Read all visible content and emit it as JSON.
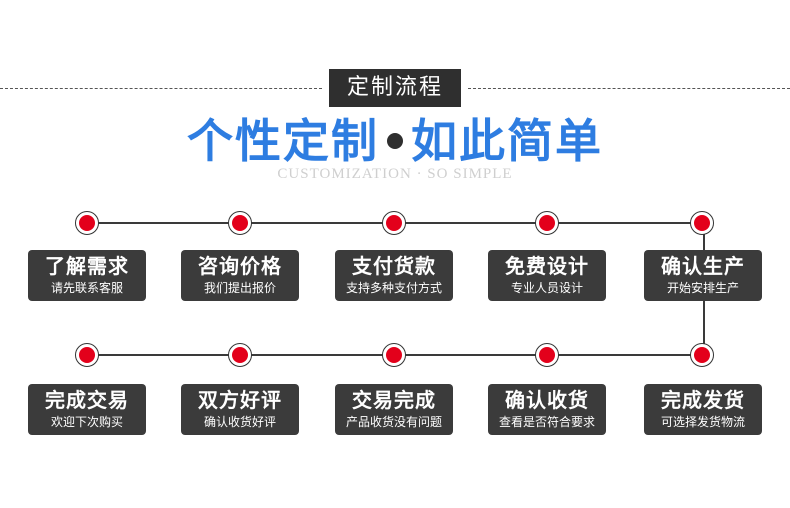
{
  "header": {
    "tag": "定制流程",
    "headline_left": "个性定制",
    "headline_right": "如此简单",
    "subtitle": "CUSTOMIZATION · SO SIMPLE"
  },
  "steps_row1": [
    {
      "title": "了解需求",
      "desc": "请先联系客服"
    },
    {
      "title": "咨询价格",
      "desc": "我们提出报价"
    },
    {
      "title": "支付货款",
      "desc": "支持多种支付方式"
    },
    {
      "title": "免费设计",
      "desc": "专业人员设计"
    },
    {
      "title": "确认生产",
      "desc": "开始安排生产"
    }
  ],
  "steps_row2": [
    {
      "title": "完成交易",
      "desc": "欢迎下次购买"
    },
    {
      "title": "双方好评",
      "desc": "确认收货好评"
    },
    {
      "title": "交易完成",
      "desc": "产品收货没有问题"
    },
    {
      "title": "确认收货",
      "desc": "查看是否符合要求"
    },
    {
      "title": "完成发货",
      "desc": "可选择发货物流"
    }
  ],
  "colors": {
    "accent_blue": "#2e7de1",
    "node_red": "#e3001b",
    "card_dark": "#3b3b3b"
  }
}
